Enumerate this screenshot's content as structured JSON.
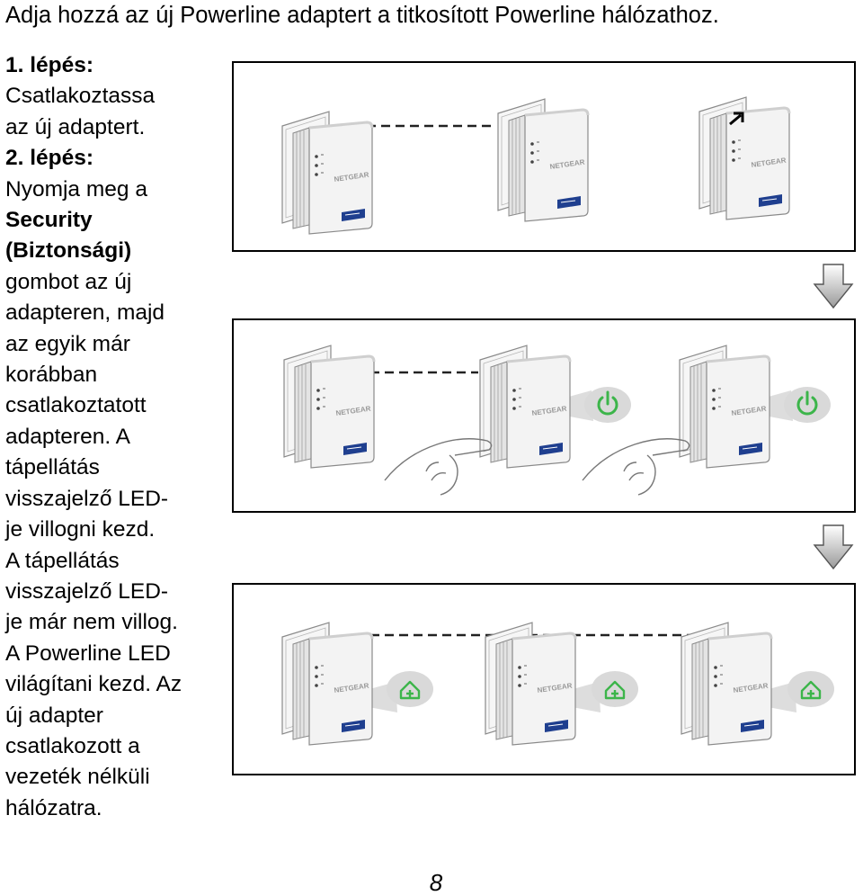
{
  "header": {
    "title": "Adja hozzá az új Powerline adaptert a titkosított Powerline hálózathoz."
  },
  "instructions": {
    "lines": [
      {
        "text": "1. lépés:",
        "bold": true
      },
      {
        "text": "Csatlakoztassa",
        "bold": false
      },
      {
        "text": "az új adaptert.",
        "bold": false
      },
      {
        "text": "2. lépés:",
        "bold": true
      },
      {
        "text": "Nyomja meg a",
        "bold": false
      },
      {
        "text": "Security",
        "bold": true
      },
      {
        "text": "(Biztonsági)",
        "bold": true
      },
      {
        "text": "gombot az új",
        "bold": false
      },
      {
        "text": "adapteren, majd",
        "bold": false
      },
      {
        "text": "az egyik már",
        "bold": false
      },
      {
        "text": "korábban",
        "bold": false
      },
      {
        "text": "csatlakoztatott",
        "bold": false
      },
      {
        "text": "adapteren. A",
        "bold": false
      },
      {
        "text": "tápellátás",
        "bold": false
      },
      {
        "text": "visszajelző LED-",
        "bold": false
      },
      {
        "text": "je villogni kezd.",
        "bold": false
      },
      {
        "text": "A tápellátás",
        "bold": false
      },
      {
        "text": "visszajelző LED-",
        "bold": false
      },
      {
        "text": "je már nem villog.",
        "bold": false
      },
      {
        "text": "A Powerline LED",
        "bold": false
      },
      {
        "text": "világítani kezd. Az",
        "bold": false
      },
      {
        "text": "új adapter",
        "bold": false
      },
      {
        "text": "csatlakozott a",
        "bold": false
      },
      {
        "text": "vezeték nélküli",
        "bold": false
      },
      {
        "text": "hálózatra.",
        "bold": false
      }
    ]
  },
  "illustration": {
    "brand_label": "NETGEAR",
    "colors": {
      "led_green": "#3cb54a",
      "callout_gray": "#d9d9d9",
      "adapter_body": "#f3f3f3",
      "adapter_outline": "#8a8a8a",
      "badge_blue": "#1f3f8f"
    },
    "panels": [
      {
        "step": "plug-in-new-adapter",
        "icon": "security-button-arrow"
      },
      {
        "step": "press-security-button",
        "icon": "power-icon"
      },
      {
        "step": "powerline-connected",
        "icon": "powerline-home-icon"
      }
    ]
  },
  "footer": {
    "page_number": "8"
  }
}
